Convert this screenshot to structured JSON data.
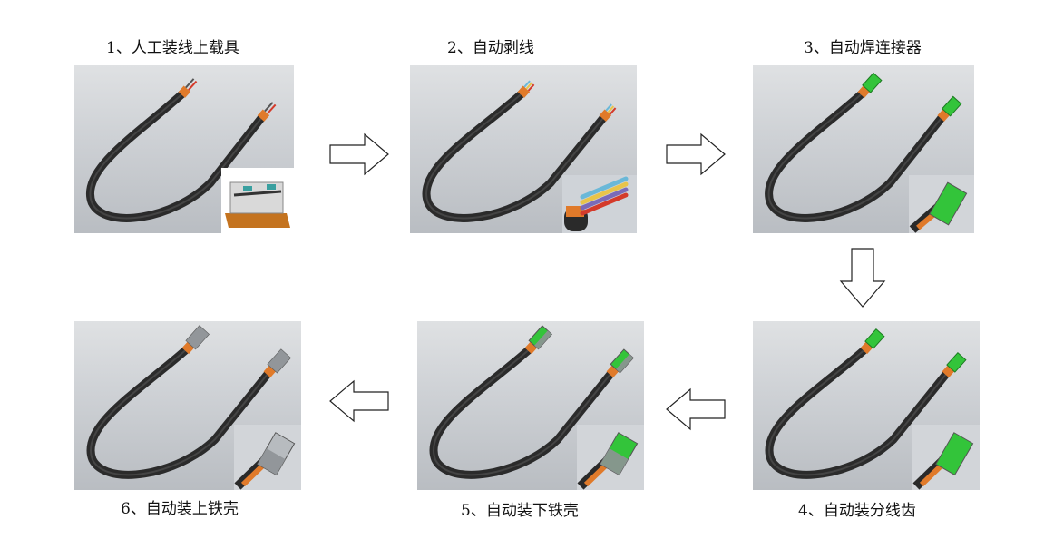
{
  "steps": [
    {
      "label": "1、人工装线上载具",
      "connector": "bare",
      "inset": "fixture-photo"
    },
    {
      "label": "2、自动剥线",
      "connector": "stripped",
      "inset": "stripped-wires"
    },
    {
      "label": "3、自动焊连接器",
      "connector": "green-connector",
      "inset": "green-connector-closeup"
    },
    {
      "label": "4、自动装分线齿",
      "connector": "green-connector-comb",
      "inset": "green-connector-comb-closeup"
    },
    {
      "label": "5、自动装下铁壳",
      "connector": "lower-shell",
      "inset": "lower-shell-closeup"
    },
    {
      "label": "6、自动装上铁壳",
      "connector": "full-shell",
      "inset": "full-shell-closeup"
    }
  ],
  "arrows": [
    {
      "from": 1,
      "to": 2,
      "direction": "right"
    },
    {
      "from": 2,
      "to": 3,
      "direction": "right"
    },
    {
      "from": 3,
      "to": 4,
      "direction": "down"
    },
    {
      "from": 4,
      "to": 5,
      "direction": "left"
    },
    {
      "from": 5,
      "to": 6,
      "direction": "left"
    }
  ],
  "colors": {
    "cable": "#2b2b2b",
    "connector_green": "#33c43a",
    "sleeve_orange": "#e07a2a",
    "wire_red": "#d43a2a",
    "shell_gray": "#8e9296"
  }
}
